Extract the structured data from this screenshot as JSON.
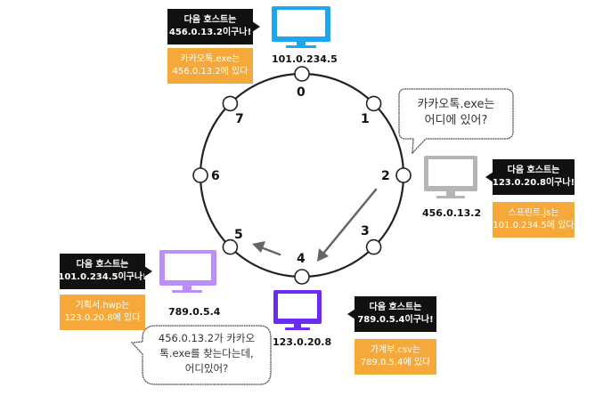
{
  "ring": {
    "node_labels": [
      "0",
      "1",
      "2",
      "3",
      "4",
      "5",
      "6",
      "7"
    ]
  },
  "hosts": {
    "top": {
      "ip": "101.0.234.5",
      "next_host_line1": "다음 호스트는",
      "next_host_line2": "456.0.13.2이구나!",
      "file_line1": "카카오톡.exe는",
      "file_line2": "456.0.13.2에 있다",
      "color": "#1ea7ef"
    },
    "right": {
      "ip": "456.0.13.2",
      "next_host_line1": "다음 호스트는",
      "next_host_line2": "123.0.20.8이구나!",
      "file_line1": "스프린트.js는",
      "file_line2": "101.0.234.5에 있다",
      "color": "#b5b5b5"
    },
    "bottom": {
      "ip": "123.0.20.8",
      "next_host_line1": "다음 호스트는",
      "next_host_line2": "789.0.5.4이구나!",
      "file_line1": "가계부.csv는",
      "file_line2": "789.0.5.4에 있다",
      "color": "#6a2cf2"
    },
    "left": {
      "ip": "789.0.5.4",
      "next_host_line1": "다음 호스트는",
      "next_host_line2": "101.0.234.5이구나!",
      "file_line1": "기획서.hwp는",
      "file_line2": "123.0.20.8에 있다",
      "color": "#ba8ffb"
    }
  },
  "bubbles": {
    "query": {
      "line1": "카카오톡.exe는",
      "line2": "어디에 있어?"
    },
    "search": {
      "line1": "456.0.13.2가 카카오",
      "line2": "톡.exe를 찾는다는데,",
      "line3": "어디있어?"
    }
  },
  "colors": {
    "black_note": "#111111",
    "orange_note": "#f5a93a",
    "ring": "#222222",
    "arrow": "#666666"
  }
}
